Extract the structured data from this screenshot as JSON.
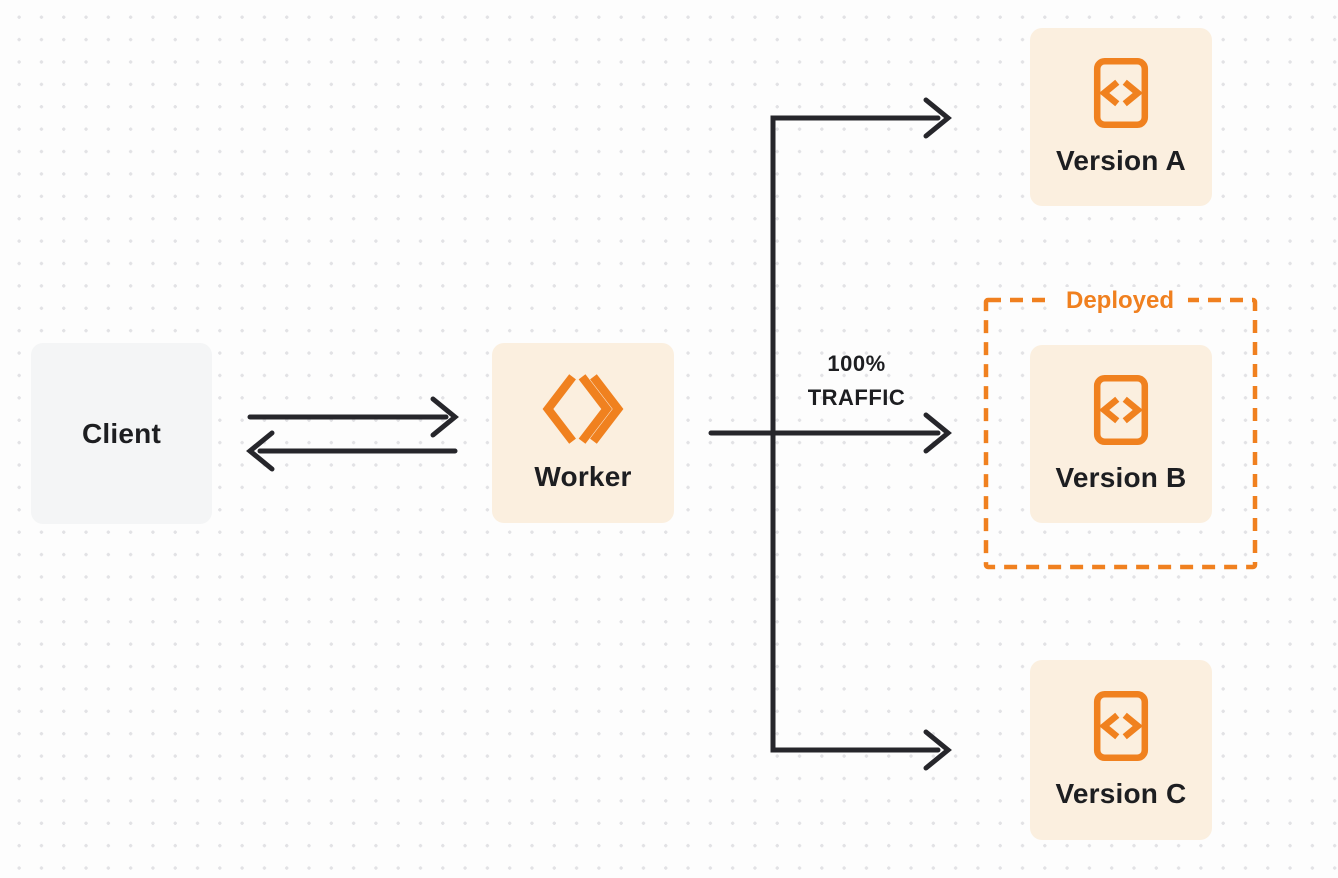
{
  "nodes": {
    "client": {
      "label": "Client"
    },
    "worker": {
      "label": "Worker",
      "icon": "worker-double-chevron-icon"
    },
    "version_a": {
      "label": "Version A",
      "icon": "code-file-icon"
    },
    "version_b": {
      "label": "Version B",
      "icon": "code-file-icon"
    },
    "version_c": {
      "label": "Version C",
      "icon": "code-file-icon"
    }
  },
  "deployed_group": {
    "label": "Deployed",
    "contains": "version_b"
  },
  "traffic_label": {
    "line1": "100%",
    "line2": "TRAFFIC"
  },
  "edges": [
    {
      "from": "client",
      "to": "worker",
      "direction": "right"
    },
    {
      "from": "worker",
      "to": "client",
      "direction": "left"
    },
    {
      "from": "worker",
      "to": "version_a",
      "direction": "right"
    },
    {
      "from": "worker",
      "to": "version_b",
      "direction": "right",
      "label": "100% TRAFFIC"
    },
    {
      "from": "worker",
      "to": "version_c",
      "direction": "right"
    }
  ],
  "colors": {
    "accent_orange": "#F0801F",
    "node_cream": "#FBEFDF",
    "client_gray": "#F4F5F6",
    "line_dark": "#26262B",
    "background": "#FDFDFD",
    "dot_grid": "#E2E2E5",
    "label_text": "#1D1E21"
  }
}
